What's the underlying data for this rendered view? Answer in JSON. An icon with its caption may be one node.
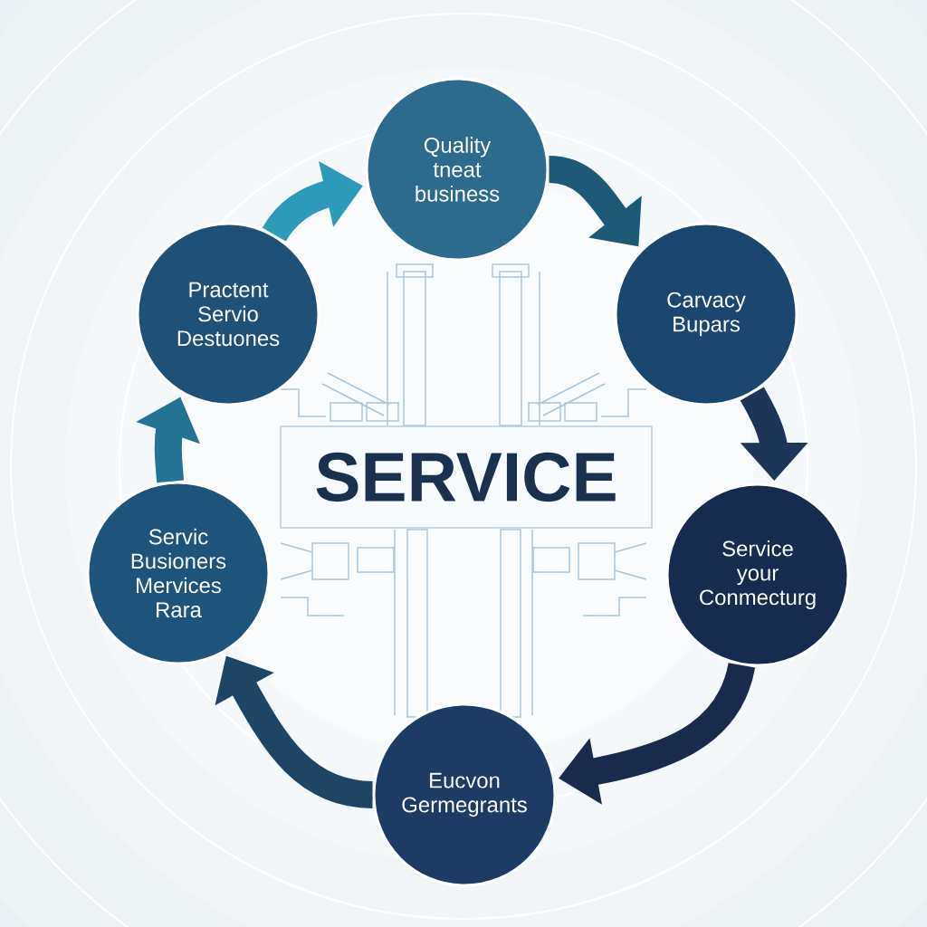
{
  "diagram": {
    "nodes": [
      {
        "text": [
          "Quality tneat business"
        ]
      },
      {
        "text": [
          "Practent Servio Destuones"
        ]
      },
      {
        "text": [
          "Carvacy Bupars"
        ]
      },
      {
        "text": [
          "SERVICE"
        ]
      },
      {
        "text": [
          "Servic Busioners Mervices Rara"
        ]
      },
      {
        "text": [
          "Service your Conmecturg"
        ]
      },
      {
        "text": [
          "Eucvon Germegrants"
        ]
      }
    ],
    "edges": [
      {
        "from": 0,
        "to": 2,
        "arrow": "to",
        "color": "#1e5877"
      },
      {
        "from": 2,
        "to": 5,
        "arrow": "to",
        "color": "#1c3558"
      },
      {
        "from": 5,
        "to": 6,
        "arrow": "to",
        "color": "#1a2a4d"
      },
      {
        "from": 6,
        "to": 4,
        "arrow": "to",
        "color": "#1e4466"
      },
      {
        "from": 4,
        "to": 1,
        "arrow": "to",
        "color": "#257394"
      },
      {
        "from": 1,
        "to": 0,
        "arrow": "to",
        "color": "#2c9ab8"
      }
    ]
  }
}
